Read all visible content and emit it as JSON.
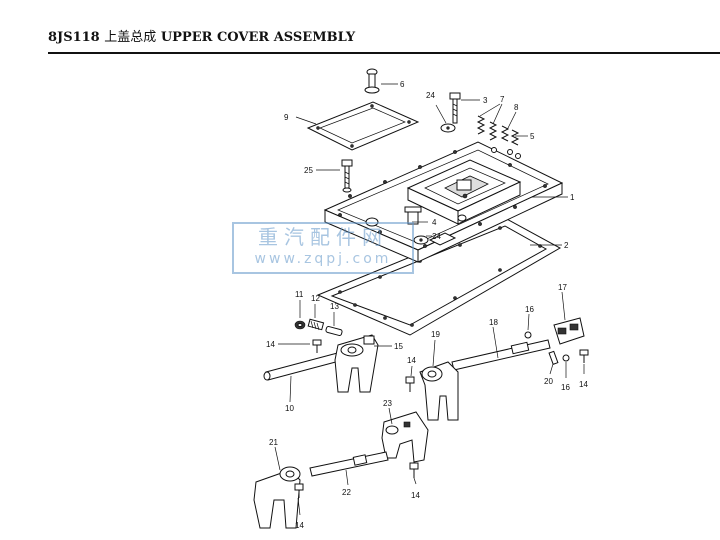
{
  "header": {
    "code": "8JS118",
    "title_cn": "上盖总成",
    "title_en": "UPPER COVER ASSEMBLY"
  },
  "watermark": {
    "line1": "重汽配件网",
    "line2": "www.zqpj.com"
  },
  "callouts": [
    "1",
    "2",
    "3",
    "4",
    "5",
    "6",
    "7",
    "8",
    "9",
    "10",
    "11",
    "12",
    "13",
    "14",
    "15",
    "16",
    "17",
    "18",
    "19",
    "20",
    "21",
    "22",
    "23",
    "24",
    "25"
  ]
}
